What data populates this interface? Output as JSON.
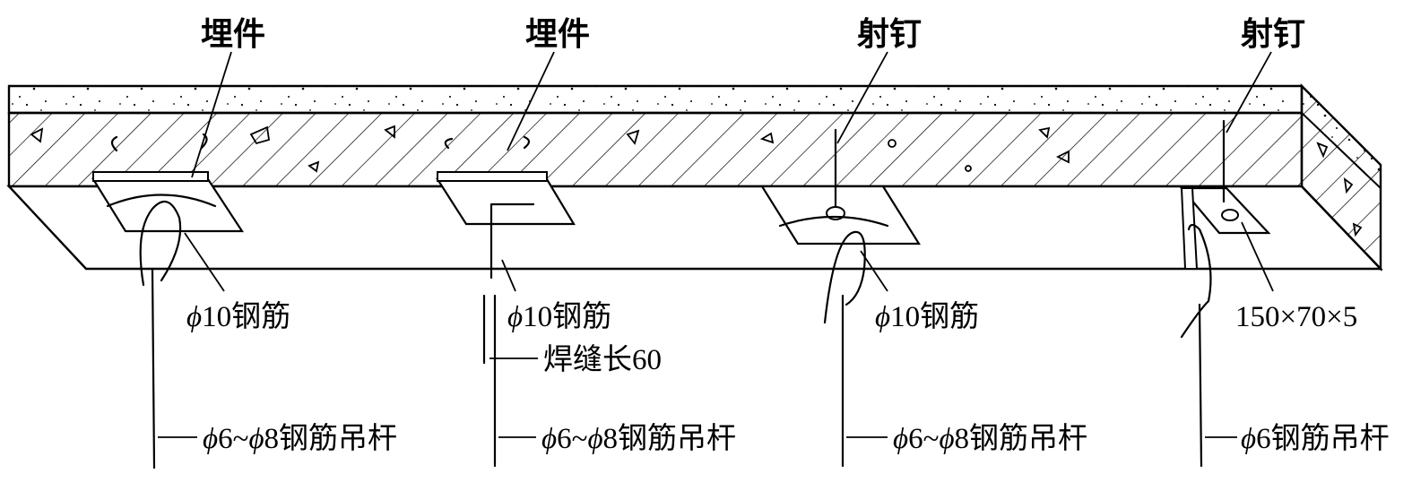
{
  "labels": {
    "embed_1": "埋件",
    "embed_2": "埋件",
    "nail_1": "射钉",
    "nail_2": "射钉",
    "phi_symbol": "ϕ",
    "rebar_1_spec": "10钢筋",
    "rebar_2_spec": "10钢筋",
    "rebar_3_spec": "10钢筋",
    "weld_length": "焊缝长60",
    "angle_size": "150×70×5",
    "rod_1_a": "6~",
    "rod_1_b": "8钢筋吊杆",
    "rod_2_a": "6~",
    "rod_2_b": "8钢筋吊杆",
    "rod_3_a": "6~",
    "rod_3_b": "8钢筋吊杆",
    "rod_4": "6钢筋吊杆"
  }
}
